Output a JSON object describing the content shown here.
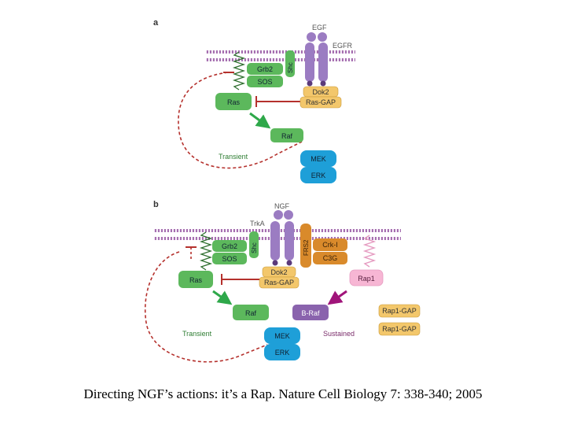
{
  "panel_a": {
    "label": "a",
    "ligand": "EGF",
    "receptor": "EGFR",
    "grb2": "Grb2",
    "sos": "SOS",
    "shc": "Shc",
    "ras": "Ras",
    "dok2": "Dok2",
    "ras_gap": "Ras-GAP",
    "raf": "Raf",
    "transient": "Transient",
    "mek": "MEK",
    "erk": "ERK"
  },
  "panel_b": {
    "label": "b",
    "ligand": "NGF",
    "receptor": "TrkA",
    "grb2": "Grb2",
    "sos": "SOS",
    "shc": "Shc",
    "frs2": "FRS2",
    "crk": "Crk-I",
    "c3g": "C3G",
    "ras": "Ras",
    "dok2": "Dok2",
    "ras_gap": "Ras-GAP",
    "rap1": "Rap1",
    "raf": "Raf",
    "braf": "B-Raf",
    "rap1gap_1": "Rap1-GAP",
    "rap1gap_2": "Rap1-GAP",
    "transient": "Transient",
    "sustained": "Sustained",
    "mek": "MEK",
    "erk": "ERK"
  },
  "caption": "Directing NGF’s actions: it’s a Rap. Nature Cell Biology 7: 338-340; 2005",
  "colors": {
    "green": "#5cb85c",
    "purple": "#9b7cc2",
    "blue": "#1e9fd8",
    "orange": "#d98a2b",
    "gold": "#f3c76b",
    "braf": "#8a63ad",
    "membrane": "#a66fb0",
    "inhibit": "#c0392b",
    "spring_green": "#2f6f2f",
    "spring_pink": "#e59ac0",
    "arrow_green": "#2ea84a",
    "arrow_magenta": "#a0147a"
  }
}
